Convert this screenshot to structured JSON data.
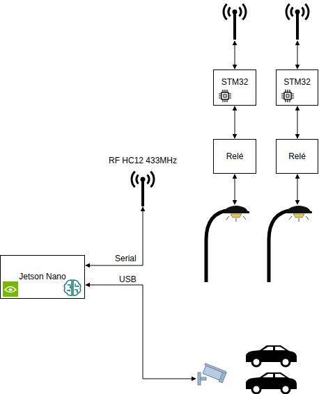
{
  "diagram": {
    "nodes": [
      {
        "text": [
          "STM32"
        ]
      },
      {
        "text": [
          "STM32"
        ]
      },
      {
        "text": [
          "Relé"
        ]
      },
      {
        "text": [
          "Relé"
        ]
      },
      {
        "text": [
          "RF HC12 433MHz"
        ]
      },
      {
        "text": [
          "Jetson Nano"
        ]
      }
    ],
    "edges": [
      {
        "from": 0,
        "to": 2,
        "arrow": "both"
      },
      {
        "from": 1,
        "to": 3,
        "arrow": "both"
      },
      {
        "from": 5,
        "to": 4,
        "label": "Serial",
        "arrow": "both"
      }
    ],
    "labels": [
      "USB"
    ]
  }
}
